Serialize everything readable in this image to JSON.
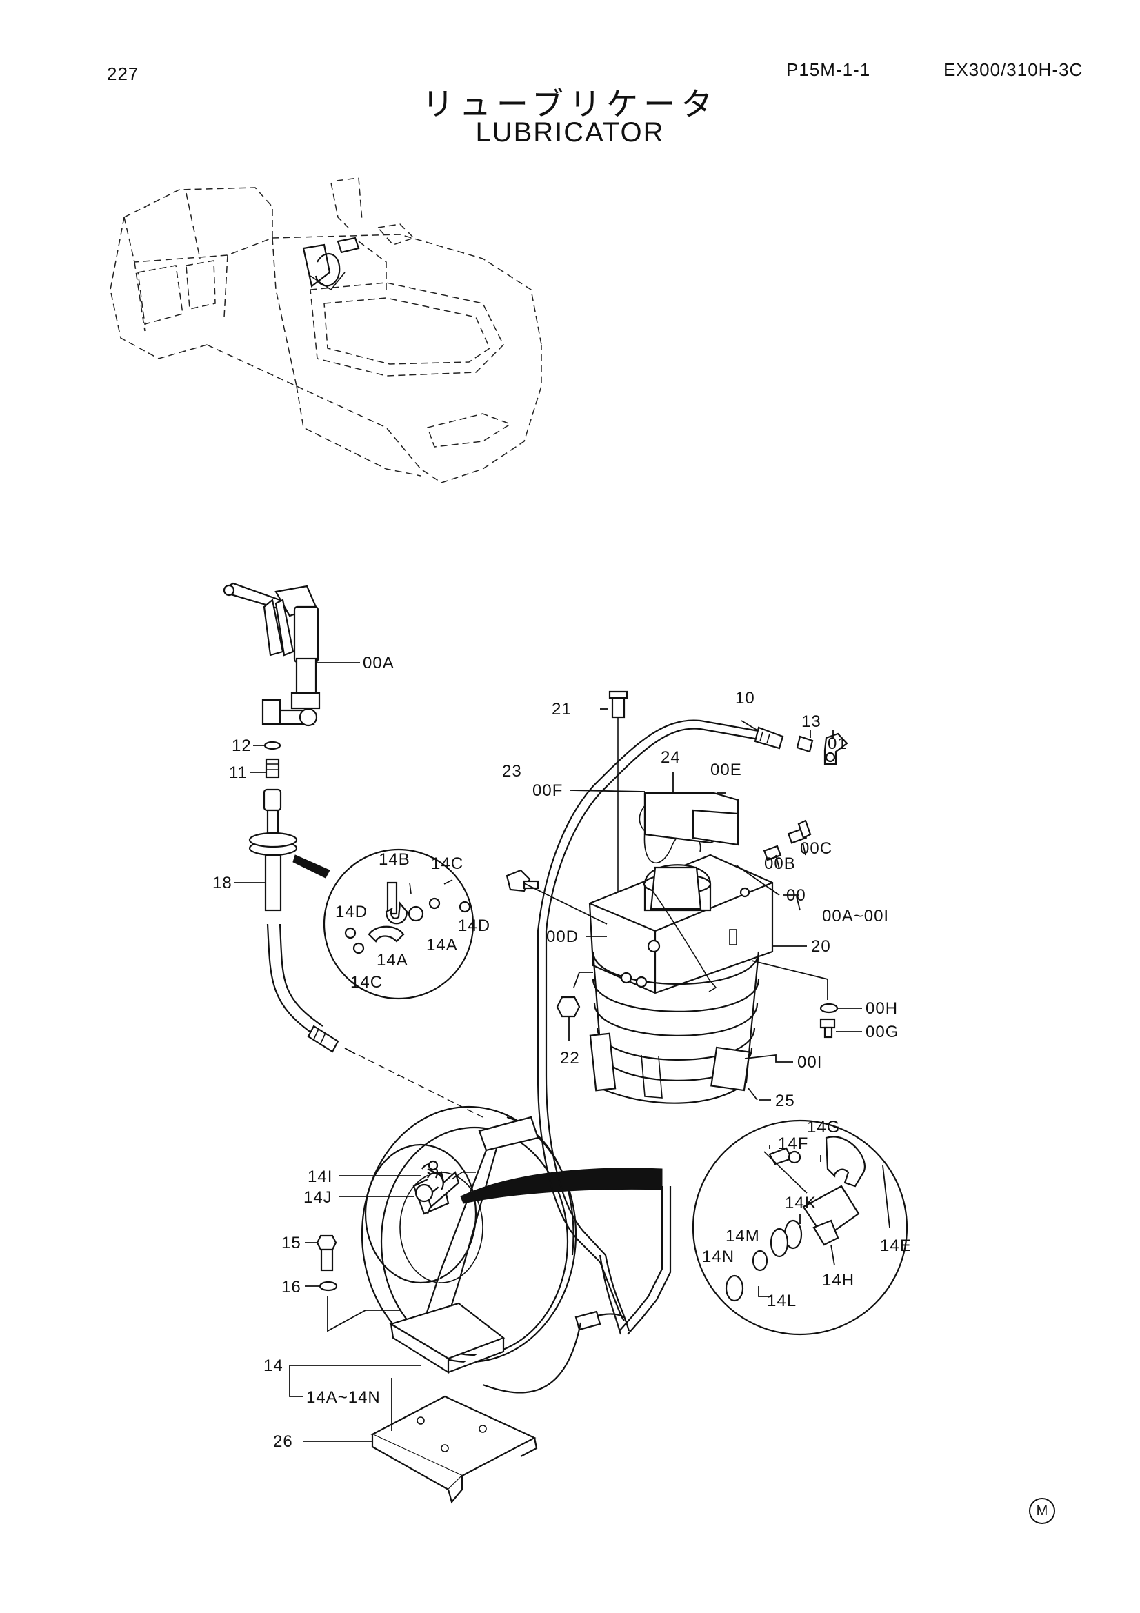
{
  "header": {
    "page_number": "227",
    "page_code": "P15M-1-1",
    "model": "EX300/310H-3C",
    "title_ja": "リューブリケータ",
    "title_en": "LUBRICATOR"
  },
  "callouts": {
    "c00A": "00A",
    "c12": "12",
    "c11": "11",
    "c18": "18",
    "c14B": "14B",
    "c14C_top": "14C",
    "c14D_left": "14D",
    "c14D_right": "14D",
    "c14A_left": "14A",
    "c14A_right": "14A",
    "c14C_bottom": "14C",
    "c21": "21",
    "c10": "10",
    "c13": "13",
    "c01": "01",
    "c23": "23",
    "c24": "24",
    "c00E": "00E",
    "c00F": "00F",
    "c00B": "00B",
    "c00C": "00C",
    "c00": "00",
    "c00A_00I": "00A~00I",
    "c00D": "00D",
    "c20": "20",
    "c00H": "00H",
    "c00G": "00G",
    "c22": "22",
    "c00I": "00I",
    "c25": "25",
    "c14G": "14G",
    "c14F": "14F",
    "c14K": "14K",
    "c14M": "14M",
    "c14N": "14N",
    "c14E": "14E",
    "c14L": "14L",
    "c14H": "14H",
    "c14I": "14I",
    "c14J": "14J",
    "c15": "15",
    "c16": "16",
    "c14": "14",
    "c14A_14N": "14A~14N",
    "c26": "26"
  },
  "footer_mark": "M"
}
